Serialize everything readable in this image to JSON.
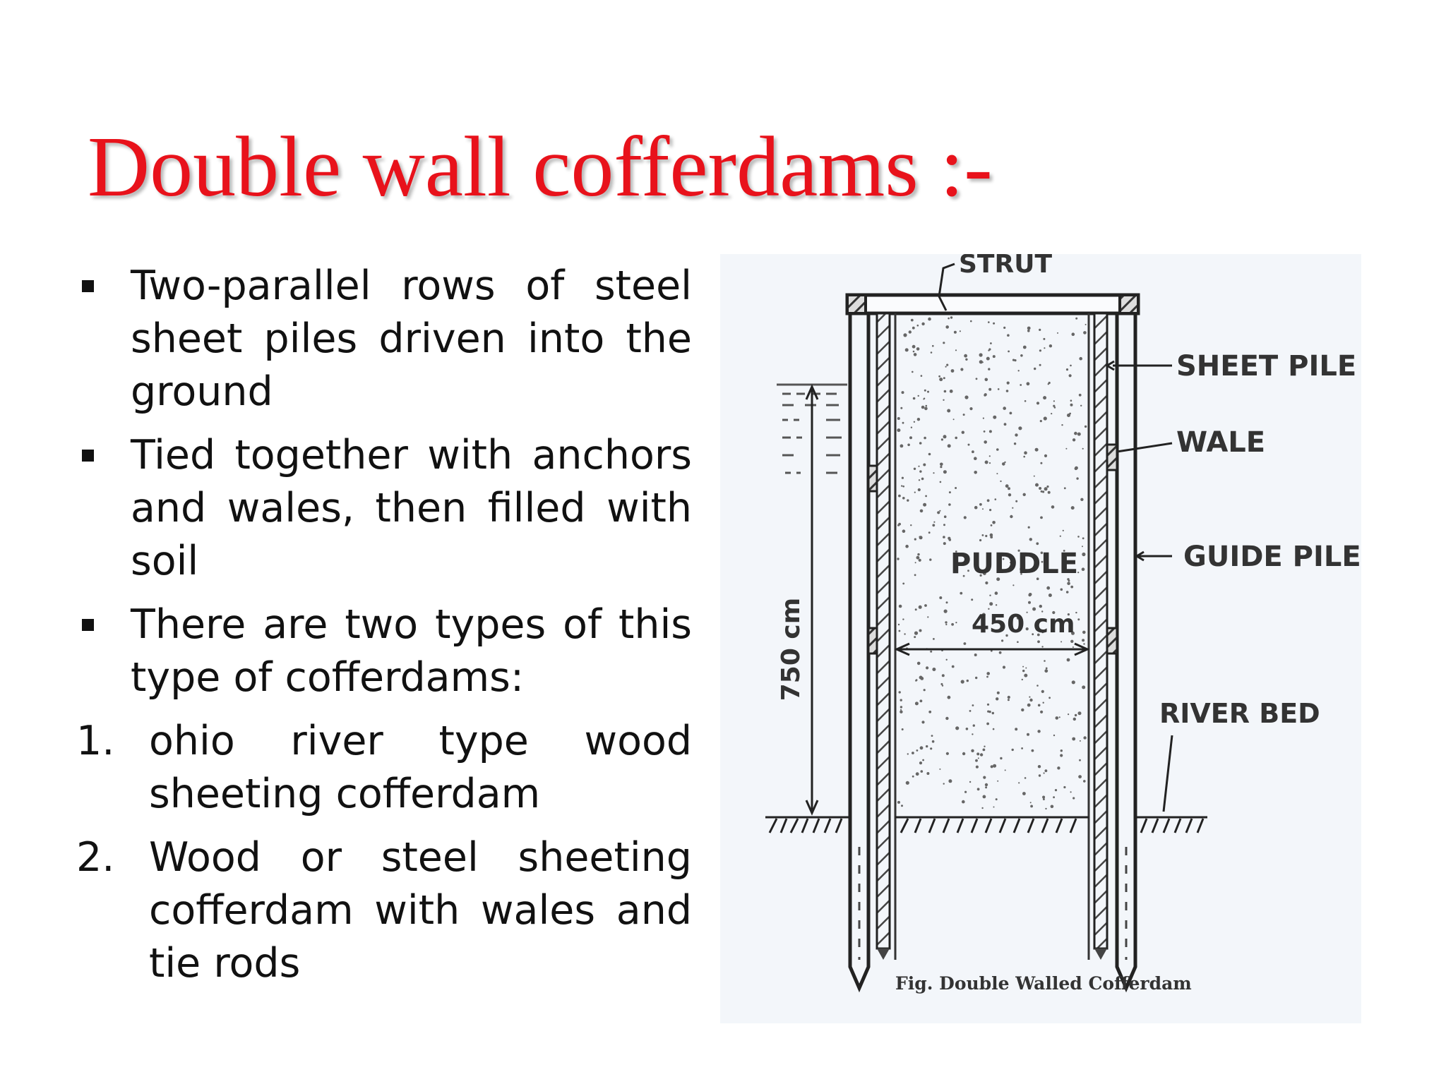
{
  "slide": {
    "title": "Double wall cofferdams :-",
    "bullets": [
      "Two-parallel rows of steel sheet piles driven into the ground",
      "Tied together with anchors and wales, then filled with soil",
      "There are two types of this type of cofferdams:"
    ],
    "numbered": [
      {
        "marker": "1.",
        "text": "ohio river type wood sheeting cofferdam"
      },
      {
        "marker": "2.",
        "text": "Wood or steel sheeting cofferdam with wales and tie rods"
      }
    ]
  },
  "figure": {
    "labels": {
      "strut": "STRUT",
      "sheet_pile": "SHEET PILE",
      "wale": "WALE",
      "guide_pile": "GUIDE PILE",
      "puddle": "PUDDLE",
      "width": "450 cm",
      "height": "750 cm",
      "river_bed": "RIVER BED",
      "caption": "Fig. Double Walled Cofferdam"
    }
  }
}
